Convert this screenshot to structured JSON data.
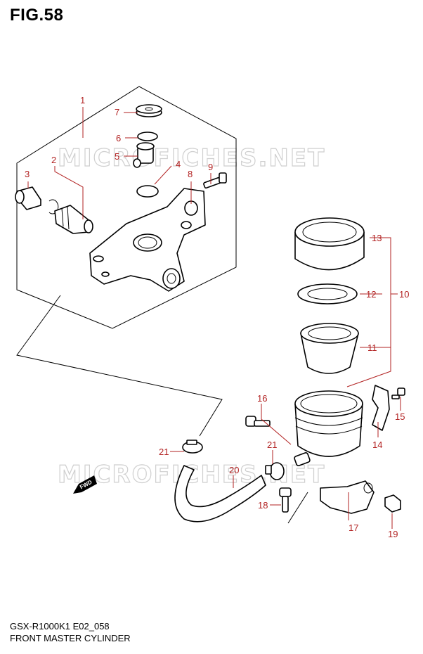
{
  "figure": {
    "title": "FIG.58"
  },
  "watermark": {
    "text": "MICROFICHES.NET"
  },
  "direction_arrow": {
    "label": "FWD"
  },
  "callouts": [
    "1",
    "2",
    "3",
    "4",
    "5",
    "6",
    "7",
    "8",
    "9",
    "10",
    "11",
    "12",
    "13",
    "14",
    "15",
    "16",
    "17",
    "18",
    "19",
    "20",
    "21",
    "21"
  ],
  "footer": {
    "code": "GSX-R1000K1 E02_058",
    "name": "FRONT MASTER CYLINDER"
  },
  "colors": {
    "callout": "#b22222",
    "line": "#000000",
    "watermark": "#cfcfcf"
  }
}
